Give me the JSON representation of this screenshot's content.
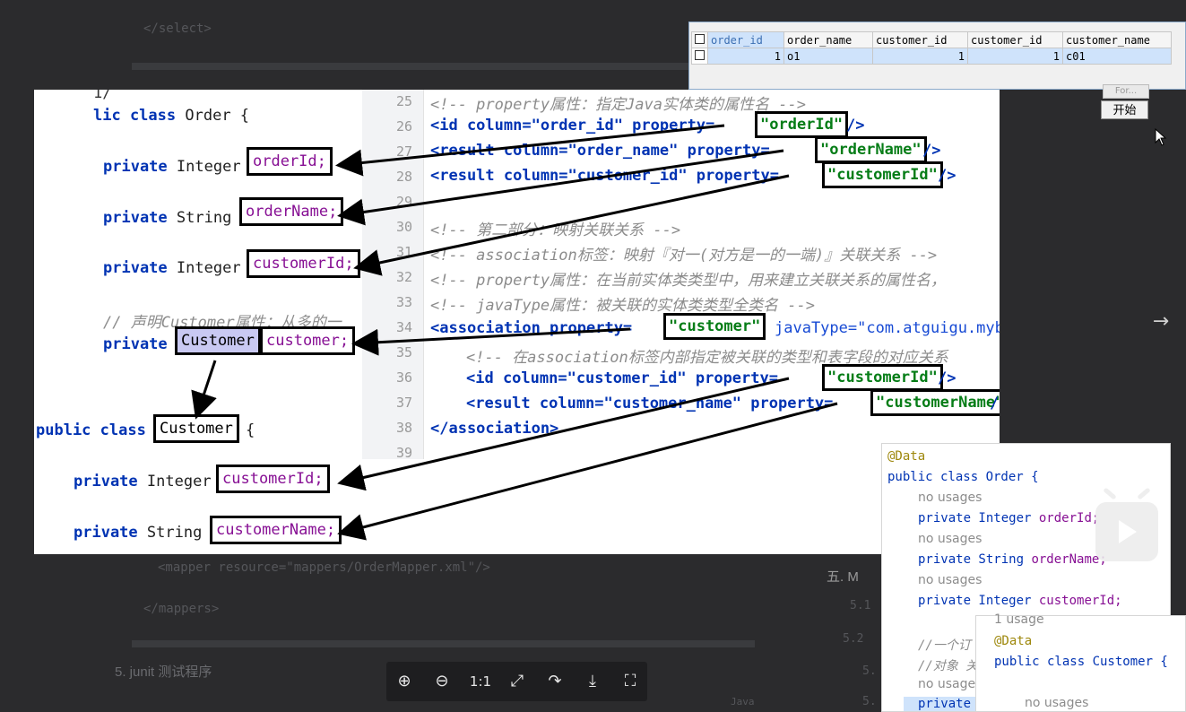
{
  "background": {
    "select_close": "</select>",
    "mapper_line": "<mapper resource=\"mappers/OrderMapper.xml\"/>",
    "mappers_close": "</mappers>",
    "junit_heading": "5. junit 测试程序",
    "outline_item": "五. M",
    "java_label": "Java"
  },
  "java_code": {
    "line_partial": "1/",
    "order_decl_kw": "lic class",
    "order_decl_name": "Order {",
    "private_kw": "private",
    "type_integer": "Integer",
    "type_string": "String",
    "type_customer": "Customer",
    "field_orderId": "orderId;",
    "field_orderName": "orderName;",
    "field_customerId": "customerId;",
    "field_customer": "customer;",
    "field_customerName": "customerName;",
    "comment_customer": "// 声明Customer属性：从多的一",
    "customer_decl_kw": "public class",
    "customer_decl_name": "Customer",
    "brace": "{"
  },
  "xml_code": {
    "line_numbers": [
      "25",
      "26",
      "27",
      "28",
      "29",
      "30",
      "31",
      "32",
      "33",
      "34",
      "35",
      "36",
      "37",
      "38",
      "39"
    ],
    "l25": "<!-- property属性：指定Java实体类的属性名 -->",
    "l26_pre": "<id column=\"order_id\" property=",
    "l26_val": "\"orderId\"",
    "l26_post": "/>",
    "l27_pre": "<result column=\"order_name\" property=",
    "l27_val": "\"orderName\"",
    "l27_post": "/>",
    "l28_pre": "<result column=\"customer_id\" property=",
    "l28_val": "\"customerId\"",
    "l28_post": "/>",
    "l30": "<!-- 第二部分：映射关联关系 -->",
    "l31": "<!-- association标签：映射『对一(对方是一的一端)』关联关系 -->",
    "l32": "<!-- property属性：在当前实体类类型中，用来建立关联关系的属性名，",
    "l33": "<!-- javaType属性：被关联的实体类类型全类名 -->",
    "l34_pre": "<association property=",
    "l34_val": "\"customer\"",
    "l34_post": "javaType=\"com.atguigu.mybati",
    "l35": "<!-- 在association标签内部指定被关联的类型和表字段的对应关系",
    "l36_pre": "<id column=\"customer_id\" property=",
    "l36_val": "\"customerId\"",
    "l36_post": "/>",
    "l37_pre": "<result column=\"customer_name\" property=",
    "l37_val": "\"customerName\"",
    "l37_post": "/>",
    "l38": "</association>"
  },
  "result_grid": {
    "headers": [
      "order_id",
      "order_name",
      "customer_id",
      "customer_id",
      "customer_name"
    ],
    "row": [
      "1",
      "o1",
      "1",
      "1",
      "c01"
    ]
  },
  "start_button": "开始",
  "ghost_button": "For...",
  "snippet_order": {
    "annotation": "@Data",
    "decl": "public class Order {",
    "usage": "no usages",
    "f1_type": "private Integer",
    "f1_name": "orderId;",
    "f2_type": "private String",
    "f2_name": "orderName;",
    "f3_type": "private Integer",
    "f3_name": "customerId;",
    "comment1": "//一个订",
    "comment2": "//对象 关",
    "f4_type": "private"
  },
  "snippet_customer": {
    "usage_top": "1 usage",
    "annotation": "@Data",
    "decl": "public class Customer {",
    "usage": "no usages"
  },
  "toolbar": {
    "zoom_in": "⊕",
    "zoom_out": "⊖",
    "actual_size": "1:1",
    "fit": "⤢",
    "rotate": "↷",
    "download": "⤓",
    "fullscreen": "⛶"
  },
  "next_arrow": "→",
  "outline_numbers": [
    "5.1",
    "5.2",
    "5.",
    "5."
  ]
}
